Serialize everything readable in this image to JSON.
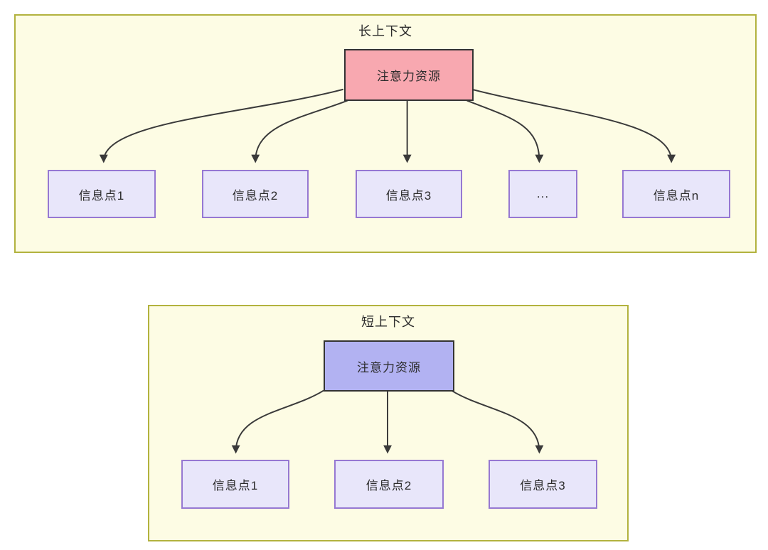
{
  "diagram": {
    "sections": [
      {
        "title": "长上下文",
        "attention_label": "注意力资源",
        "attention_fill": "#F8A8B0",
        "info_boxes": [
          "信息点1",
          "信息点2",
          "信息点3",
          "...",
          "信息点n"
        ]
      },
      {
        "title": "短上下文",
        "attention_label": "注意力资源",
        "attention_fill": "#B2B2F2",
        "info_boxes": [
          "信息点1",
          "信息点2",
          "信息点3"
        ]
      }
    ],
    "colors": {
      "section_background": "#FDFCE4",
      "section_border": "#B2B23E",
      "info_box_background": "#E8E6FA",
      "info_box_border": "#9678D2",
      "attention_border": "#333333",
      "arrow": "#3A3A3A",
      "text": "#2B2B2B"
    }
  }
}
